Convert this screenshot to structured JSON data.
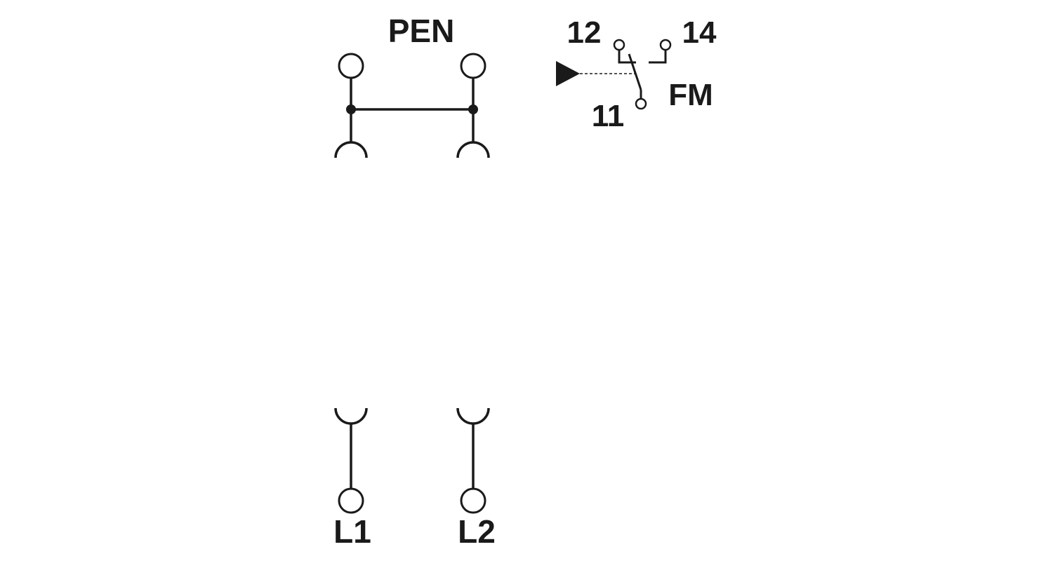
{
  "labels": {
    "pen": "PEN",
    "l1": "L1",
    "l2": "L2",
    "contact_12": "12",
    "contact_14": "14",
    "contact_11": "11",
    "fm": "FM"
  },
  "colors": {
    "stroke": "#1a1a1a",
    "background": "#ffffff"
  }
}
